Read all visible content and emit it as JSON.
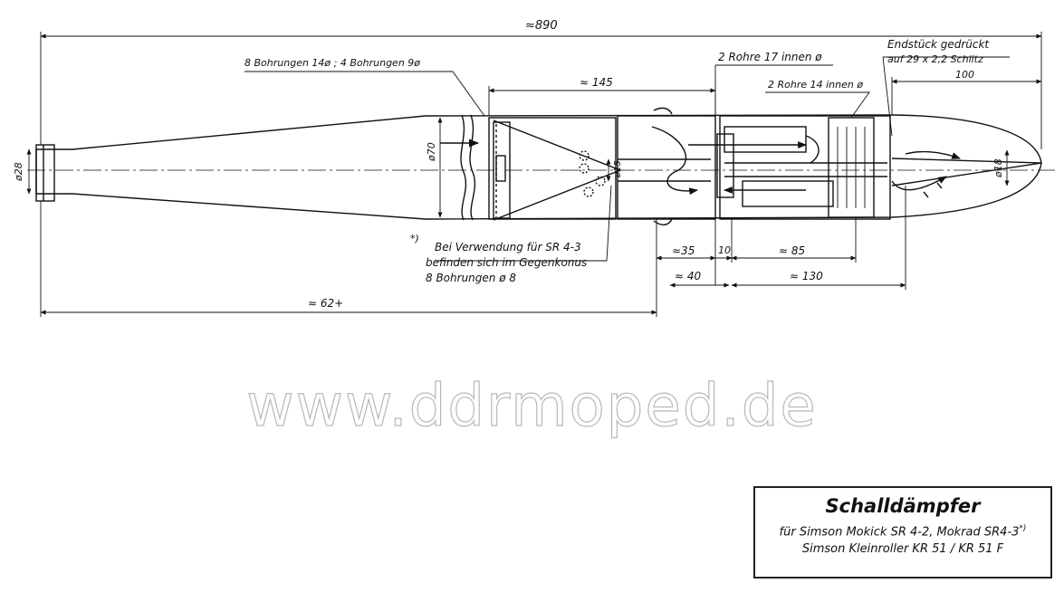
{
  "dimensions": {
    "overall_length": "≈890",
    "front_length": "≈ 62+",
    "section_145": "≈ 145",
    "end_100": "100",
    "len_35": "≈35",
    "len_40": "≈ 40",
    "len_10": "10",
    "len_85": "≈ 85",
    "len_130": "≈ 130",
    "dia_28": "ø28",
    "dia_70": "ø70",
    "dia_15": "ø15",
    "dia_18": "ø18"
  },
  "notes": {
    "bores": "8 Bohrungen 14ø ; 4 Bohrungen 9ø",
    "tubes_17": "2 Rohre 17 innen ø",
    "tubes_14": "2 Rohre 14 innen ø",
    "endpiece_line1": "Endstück gedrückt",
    "endpiece_line2": "auf 29 x 2,2 Schlitz",
    "footnote_marker": "*)",
    "footnote_line1": "Bei Verwendung für SR 4-3",
    "footnote_line2": "befinden sich im Gegenkonus",
    "footnote_line3": "8 Bohrungen ø 8"
  },
  "watermark": "www.ddrmoped.de",
  "titleblock": {
    "title": "Schalldämpfer",
    "line1": "für Simson Mokick SR 4-2, Mokrad SR4-3",
    "line1_mark": "*)",
    "line2": "Simson Kleinroller KR 51 / KR 51 F"
  }
}
